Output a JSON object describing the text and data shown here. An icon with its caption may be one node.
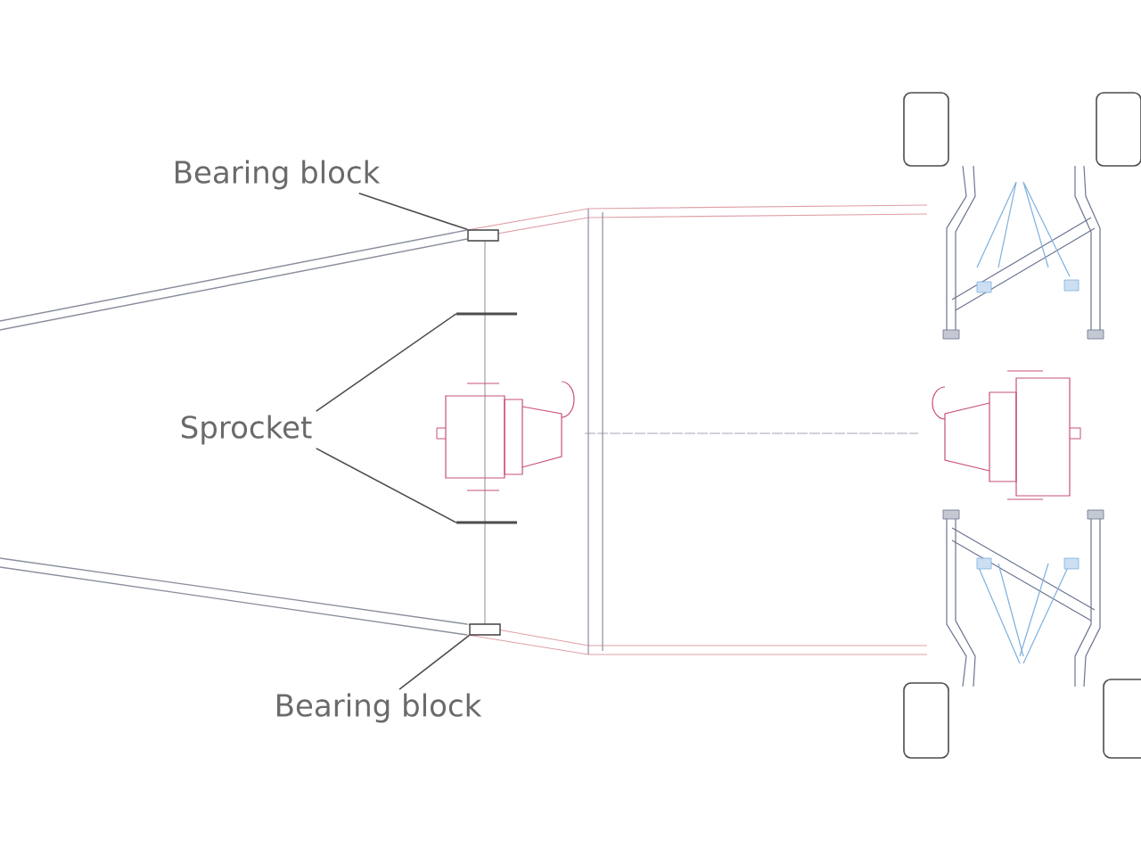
{
  "diagram": {
    "nodes": [
      {
        "text": [
          "Bearing block"
        ]
      },
      {
        "text": [],
        "shape": "box"
      },
      {
        "text": [
          "Sprocket"
        ]
      },
      {
        "text": [],
        "shape": "bar"
      },
      {
        "text": [],
        "shape": "bar"
      },
      {
        "text": [],
        "shape": "box"
      },
      {
        "text": [
          "Bearing block"
        ]
      }
    ],
    "edges": [
      {
        "from": 0,
        "to": 1,
        "arrow": "none"
      },
      {
        "from": 2,
        "to": 3,
        "arrow": "none"
      },
      {
        "from": 2,
        "to": 4,
        "arrow": "none"
      },
      {
        "from": 6,
        "to": 5,
        "arrow": "none"
      }
    ]
  }
}
